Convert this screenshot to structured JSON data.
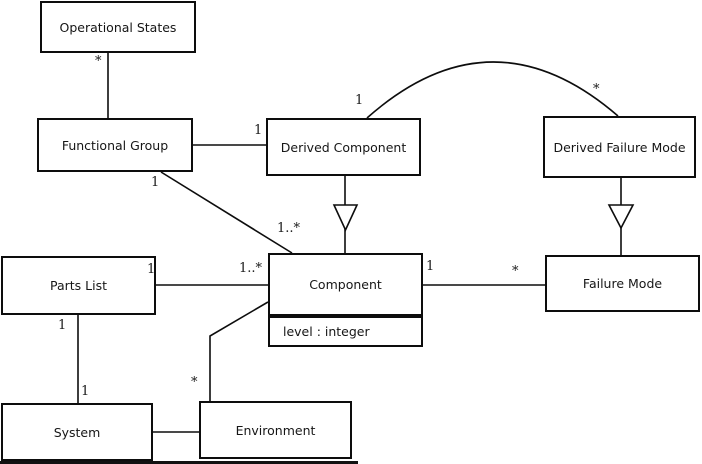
{
  "diagram": {
    "type": "uml-class-diagram",
    "colors": {
      "background": "#ffffff",
      "box_fill": "#ffffff",
      "line": "#0d0d0d",
      "text": "#161616"
    },
    "classes": {
      "operational_states": {
        "name": "Operational States"
      },
      "functional_group": {
        "name": "Functional Group"
      },
      "derived_component": {
        "name": "Derived Component"
      },
      "derived_failure_mode": {
        "name": "Derived Failure Mode"
      },
      "parts_list": {
        "name": "Parts List"
      },
      "component": {
        "name": "Component",
        "attribute": "level : integer"
      },
      "failure_mode": {
        "name": "Failure Mode"
      },
      "system": {
        "name": "System"
      },
      "environment": {
        "name": "Environment"
      }
    },
    "multiplicities": {
      "os_fg": "*",
      "fg_dc": "1",
      "fg_comp_src": "1",
      "fg_comp_tgt": "1..*",
      "dc_arc": "1",
      "dfm_arc": "*",
      "pl_comp_src": "1",
      "pl_comp_tgt": "1..*",
      "comp_fm_src": "1",
      "comp_fm_tgt": "*",
      "pl_sys_src": "1",
      "pl_sys_tgt": "1",
      "env_comp": "*"
    },
    "relationships": [
      "Operational States * — Functional Group",
      "Functional Group 1 — Derived Component",
      "Functional Group 1 — 1..* Component",
      "Derived Component 1 — * Derived Failure Mode (arc)",
      "Derived Component —|> Component",
      "Derived Failure Mode —|> Failure Mode",
      "Parts List 1 — 1..* Component",
      "Component 1 — * Failure Mode",
      "Component — * Environment",
      "Parts List 1 — 1 System",
      "System — Environment"
    ]
  }
}
